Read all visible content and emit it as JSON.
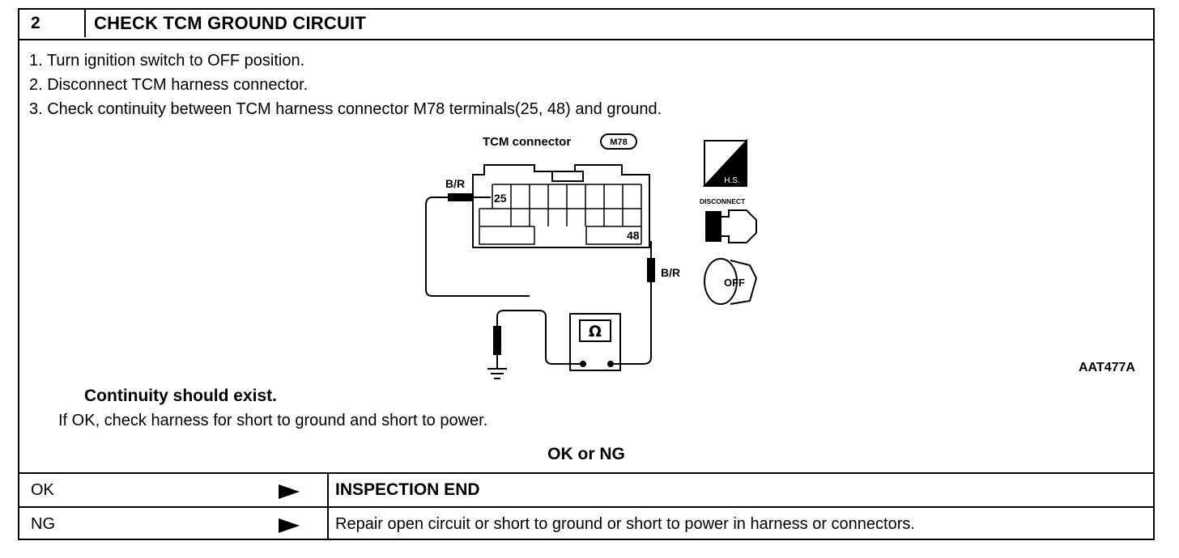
{
  "header": {
    "step_number": "2",
    "title": "CHECK TCM GROUND CIRCUIT"
  },
  "steps": [
    "1. Turn ignition switch to OFF position.",
    "2. Disconnect TCM harness connector.",
    "3. Check continuity between TCM harness connector M78 terminals(25, 48) and ground."
  ],
  "diagram": {
    "connector_label": "TCM connector",
    "connector_id": "M78",
    "terminal_a": "25",
    "terminal_b": "48",
    "wire_color_a": "B/R",
    "wire_color_b": "B/R",
    "meter_symbol": "Ω",
    "hs_label": "H.S.",
    "disconnect_label": "DISCONNECT",
    "off_label": "OFF",
    "figure_id": "AAT477A"
  },
  "result": {
    "spec": "Continuity should exist.",
    "note": "If OK, check harness for short to ground and short to power.",
    "question": "OK or NG"
  },
  "outcomes": [
    {
      "label": "OK",
      "action": "INSPECTION END"
    },
    {
      "label": "NG",
      "action": "Repair open circuit or short to ground or short to power in harness or connectors."
    }
  ]
}
